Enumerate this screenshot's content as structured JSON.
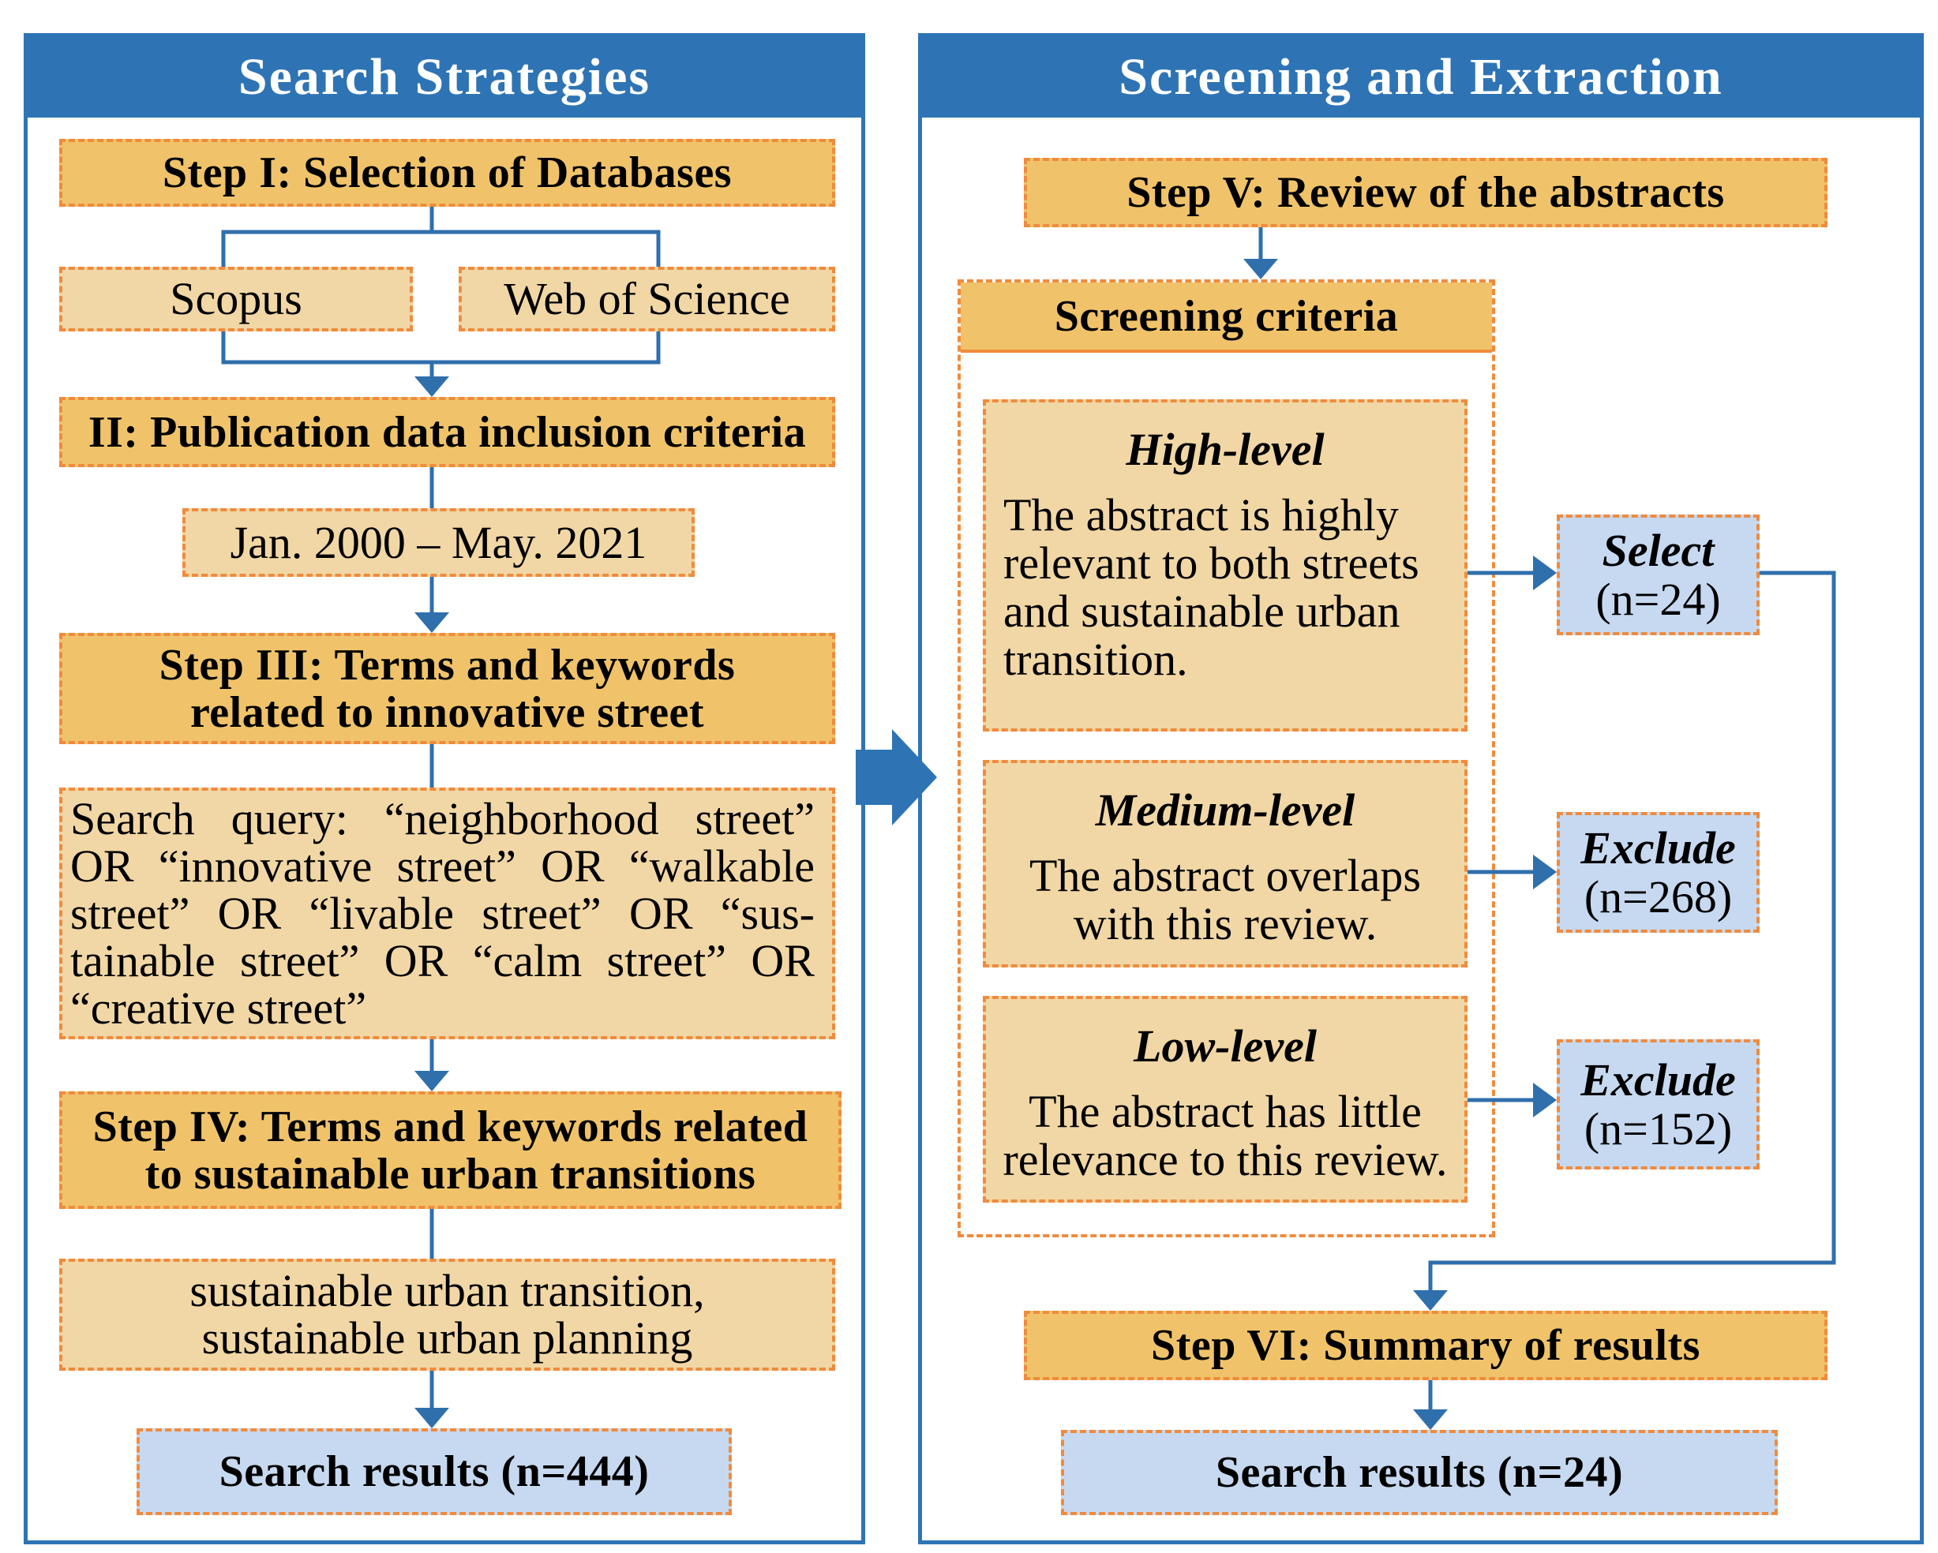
{
  "colors": {
    "header_blue": "#2e74b5",
    "connector_blue": "#2f6fac",
    "step_fill": "#f0c36a",
    "detail_fill": "#f1d7a5",
    "result_fill": "#c6d9f0",
    "dashed_border": "#f08b3d",
    "header_text": "#ffffff"
  },
  "left_panel": {
    "title": "Search Strategies",
    "step1": "Step I: Selection of Databases",
    "databases": [
      "Scopus",
      "Web of Science"
    ],
    "step2": "II: Publication data inclusion criteria",
    "date_range": "Jan. 2000 – May. 2021",
    "step3": {
      "lines": [
        "Step III: Terms and keywords",
        "related to innovative street"
      ]
    },
    "search_query": {
      "lines": [
        "Search query: “neighborhood street”",
        "OR “innovative street” OR “walkable",
        "street” OR “livable street” OR “sus-",
        "tainable street” OR “calm street” OR",
        "“creative street”"
      ]
    },
    "step4": {
      "lines": [
        "Step IV: Terms and keywords related",
        "to sustainable urban transitions"
      ]
    },
    "keywords": {
      "lines": [
        "sustainable urban transition,",
        "sustainable urban planning"
      ]
    },
    "results": "Search results (n=444)"
  },
  "right_panel": {
    "title": "Screening and Extraction",
    "step5": "Step V: Review of the abstracts",
    "screening": {
      "title": "Screening criteria",
      "levels": [
        {
          "title": "High-level",
          "lines": [
            "The abstract is highly",
            "relevant to both streets",
            "and sustainable urban",
            "transition."
          ]
        },
        {
          "title": "Medium-level",
          "lines": [
            "The abstract overlaps",
            "with this review."
          ]
        },
        {
          "title": "Low-level",
          "lines": [
            "The abstract has little",
            "relevance to this review."
          ]
        }
      ]
    },
    "outcomes": [
      {
        "label": "Select",
        "count": "(n=24)"
      },
      {
        "label": "Exclude",
        "count": "(n=268)"
      },
      {
        "label": "Exclude",
        "count": "(n=152)"
      }
    ],
    "step6": "Step VI: Summary of results",
    "results": "Search results (n=24)"
  }
}
